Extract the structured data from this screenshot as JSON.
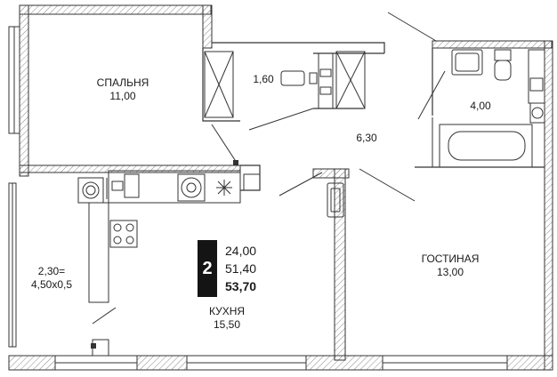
{
  "rooms": [
    {
      "id": "bedroom",
      "name": "СПАЛЬНЯ",
      "area": "11,00"
    },
    {
      "id": "wardrobe",
      "name": "",
      "area": "1,60"
    },
    {
      "id": "hall",
      "name": "",
      "area": "6,30"
    },
    {
      "id": "bathroom",
      "name": "",
      "area": "4,00"
    },
    {
      "id": "living",
      "name": "ГОСТИНАЯ",
      "area": "13,00"
    },
    {
      "id": "kitchen",
      "name": "КУХНЯ",
      "area": "15,50"
    },
    {
      "id": "balcony",
      "name": "2,30=",
      "area": "4,50x0,5"
    }
  ],
  "badge": {
    "rooms_count": "2",
    "living_area": "24,00",
    "usable_area": "51,40",
    "total_area": "53,70"
  }
}
